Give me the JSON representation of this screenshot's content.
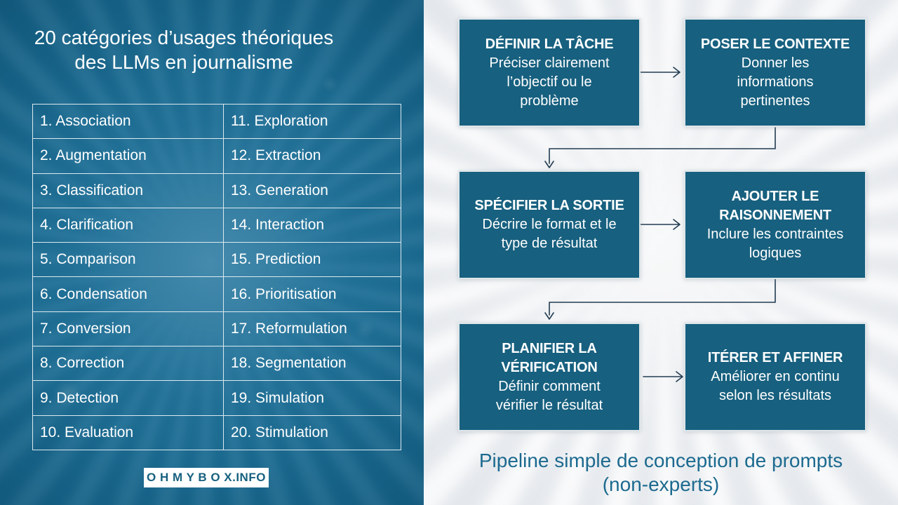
{
  "left_panel": {
    "title": "20 catégories d’usages théoriques\ndes LLMs en journalisme",
    "table": {
      "rows": [
        {
          "left": "1. Association",
          "right": "11. Exploration"
        },
        {
          "left": "2. Augmentation",
          "right": "12. Extraction"
        },
        {
          "left": "3. Classification",
          "right": "13. Generation"
        },
        {
          "left": "4. Clarification",
          "right": "14. Interaction"
        },
        {
          "left": "5. Comparison",
          "right": "15. Prediction"
        },
        {
          "left": "6. Condensation",
          "right": "16. Prioritisation"
        },
        {
          "left": "7. Conversion",
          "right": "17. Reformulation"
        },
        {
          "left": "8. Correction",
          "right": "18. Segmentation"
        },
        {
          "left": "9. Detection",
          "right": "19. Simulation"
        },
        {
          "left": "10. Evaluation",
          "right": "20. Stimulation"
        }
      ]
    },
    "badge": "O H M Y B O X.INFO"
  },
  "right_panel": {
    "boxes": [
      {
        "title": "DÉFINIR LA TÂCHE",
        "body": "Préciser clairement\nl’objectif ou le\nproblème"
      },
      {
        "title": "POSER LE CONTEXTE",
        "body": "Donner les\ninformations\npertinentes"
      },
      {
        "title": "SPÉCIFIER LA SORTIE",
        "body": "Décrire le format et le\ntype de résultat"
      },
      {
        "title": "AJOUTER LE\nRAISONNEMENT",
        "body": "Inclure les contraintes\nlogiques"
      },
      {
        "title": "PLANIFIER LA\nVÉRIFICATION",
        "body": "Définir comment\nvérifier le résultat"
      },
      {
        "title": "ITÉRER ET AFFINER",
        "body": "Améliorer en continu\nselon les résultats"
      }
    ],
    "caption": "Pipeline simple de conception de prompts\n(non-experts)"
  },
  "colors": {
    "left_background": "#1d6e95",
    "right_background": "#edeff2",
    "box_fill": "#17607f",
    "title_text": "#ffffff",
    "caption_text": "#1c6a8f",
    "connector": "#223c52",
    "table_border": "#dce9ef",
    "badge_background": "#ffffff",
    "badge_text": "#17607f"
  }
}
